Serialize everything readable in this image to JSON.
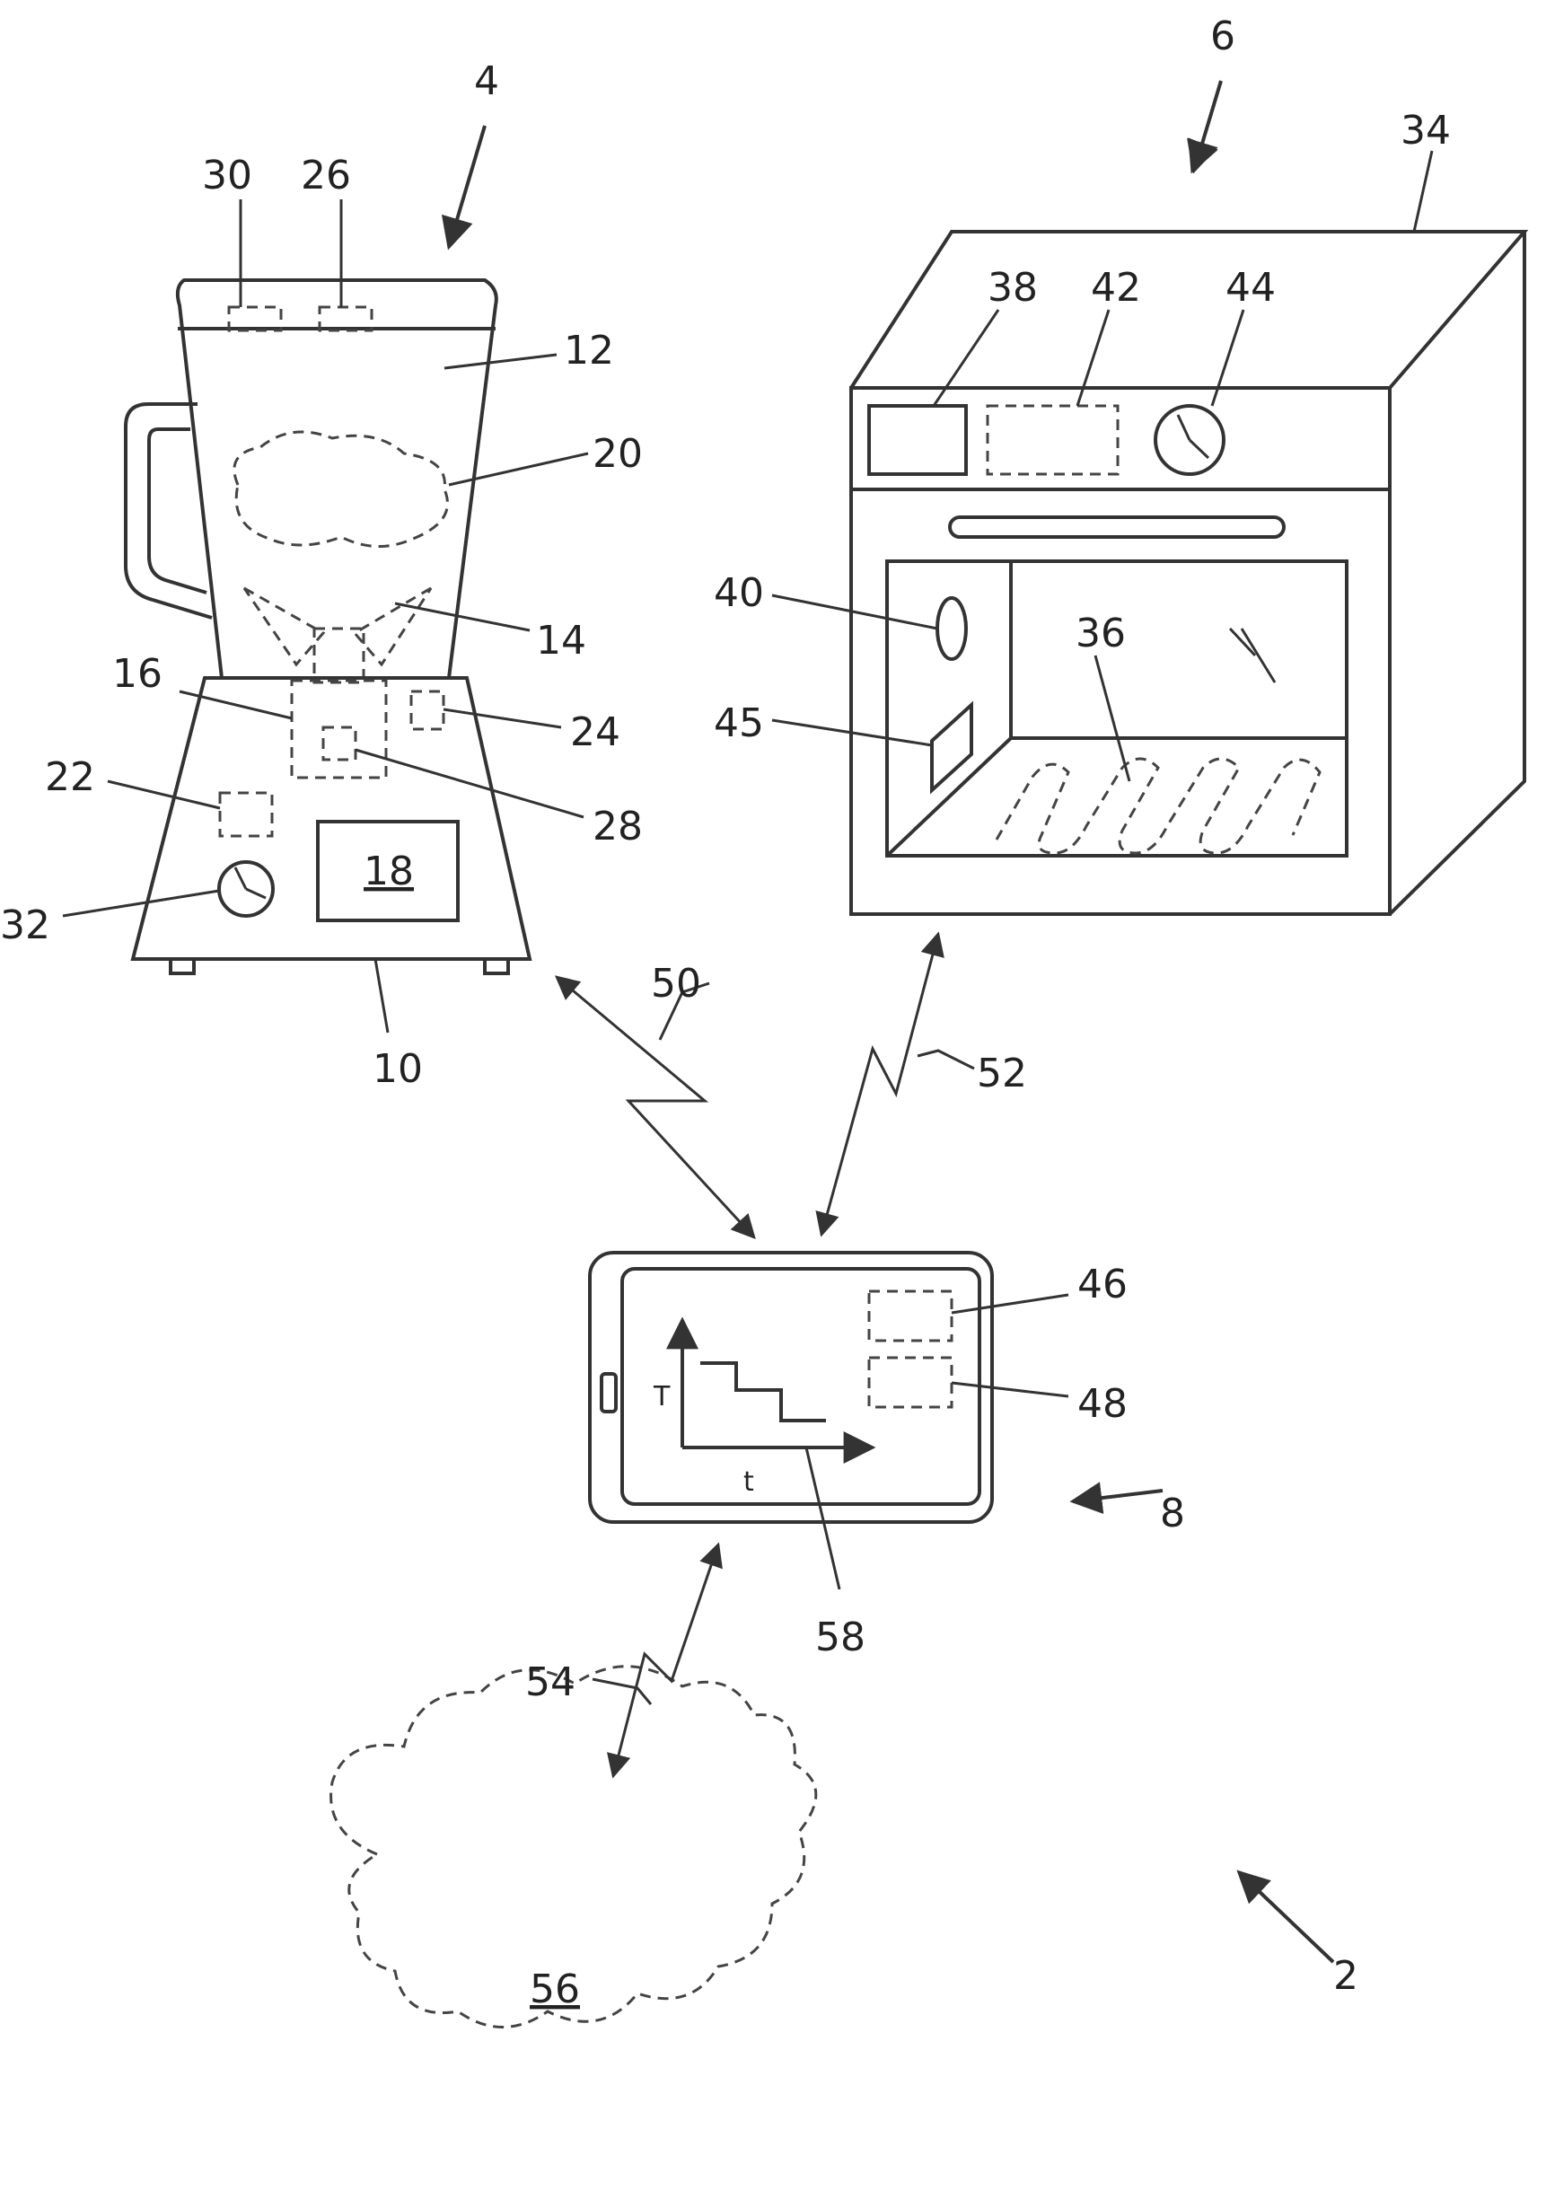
{
  "refs": {
    "system": "2",
    "blender": "4",
    "oven": "6",
    "tablet": "8",
    "base": "10",
    "jar": "12",
    "blade": "14",
    "motor": "16",
    "display_blender": "18",
    "food": "20",
    "unit_22": "22",
    "unit_24": "24",
    "unit_26": "26",
    "unit_28": "28",
    "unit_30": "30",
    "clock_blender": "32",
    "oven_body": "34",
    "heater": "36",
    "unit_38": "38",
    "unit_40": "40",
    "unit_42": "42",
    "clock_oven": "44",
    "unit_45": "45",
    "tablet_box_46": "46",
    "tablet_box_48": "48",
    "link_50": "50",
    "link_52": "52",
    "link_54": "54",
    "cloud": "56",
    "graph": "58"
  },
  "graph_axes": {
    "y": "T",
    "x": "t"
  }
}
